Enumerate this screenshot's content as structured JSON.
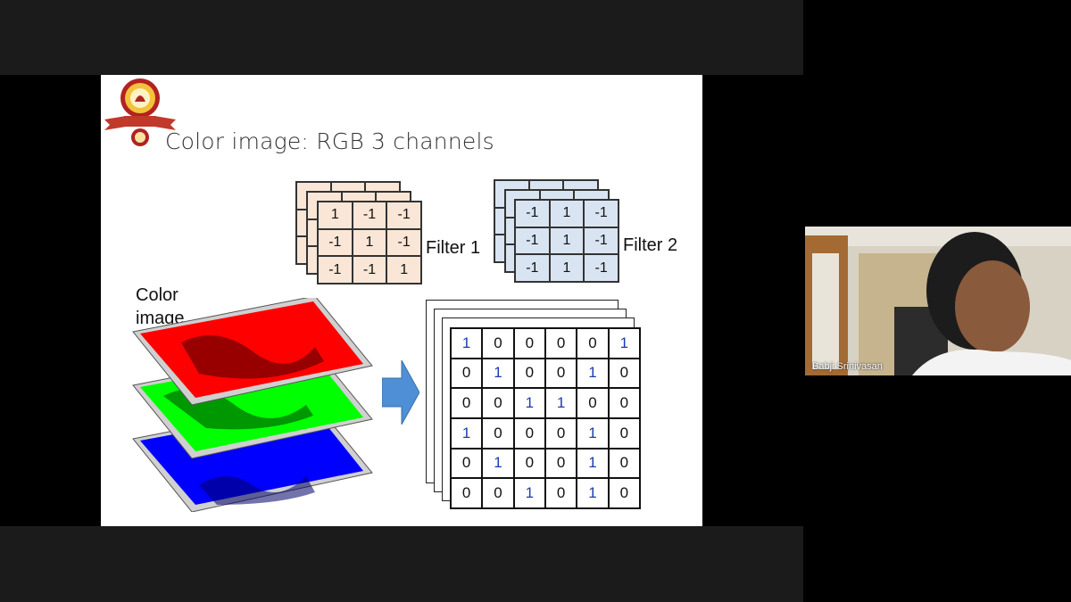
{
  "slide": {
    "title": "Color image: RGB 3 channels",
    "filter1": {
      "label": "Filter 1",
      "color": "#f9e6d6",
      "cells": [
        "1",
        "-1",
        "-1",
        "-1",
        "1",
        "-1",
        "-1",
        "-1",
        "1"
      ]
    },
    "filter2": {
      "label": "Filter 2",
      "color": "#d9e4f2",
      "cells": [
        "-1",
        "1",
        "-1",
        "-1",
        "1",
        "-1",
        "-1",
        "1",
        "-1"
      ]
    },
    "color_image_label_line1": "Color",
    "color_image_label_line2": "image",
    "channels": [
      "#ff0000",
      "#00ff00",
      "#0000ff"
    ],
    "feature_map": {
      "rows": [
        [
          "1",
          "0",
          "0",
          "0",
          "0",
          "1"
        ],
        [
          "0",
          "1",
          "0",
          "0",
          "1",
          "0"
        ],
        [
          "0",
          "0",
          "1",
          "1",
          "0",
          "0"
        ],
        [
          "1",
          "0",
          "0",
          "0",
          "1",
          "0"
        ],
        [
          "0",
          "1",
          "0",
          "0",
          "1",
          "0"
        ],
        [
          "0",
          "0",
          "1",
          "0",
          "1",
          "0"
        ]
      ],
      "one_color": "#1c3cb0"
    }
  },
  "participant": {
    "name": "Babji Srinivasan"
  }
}
